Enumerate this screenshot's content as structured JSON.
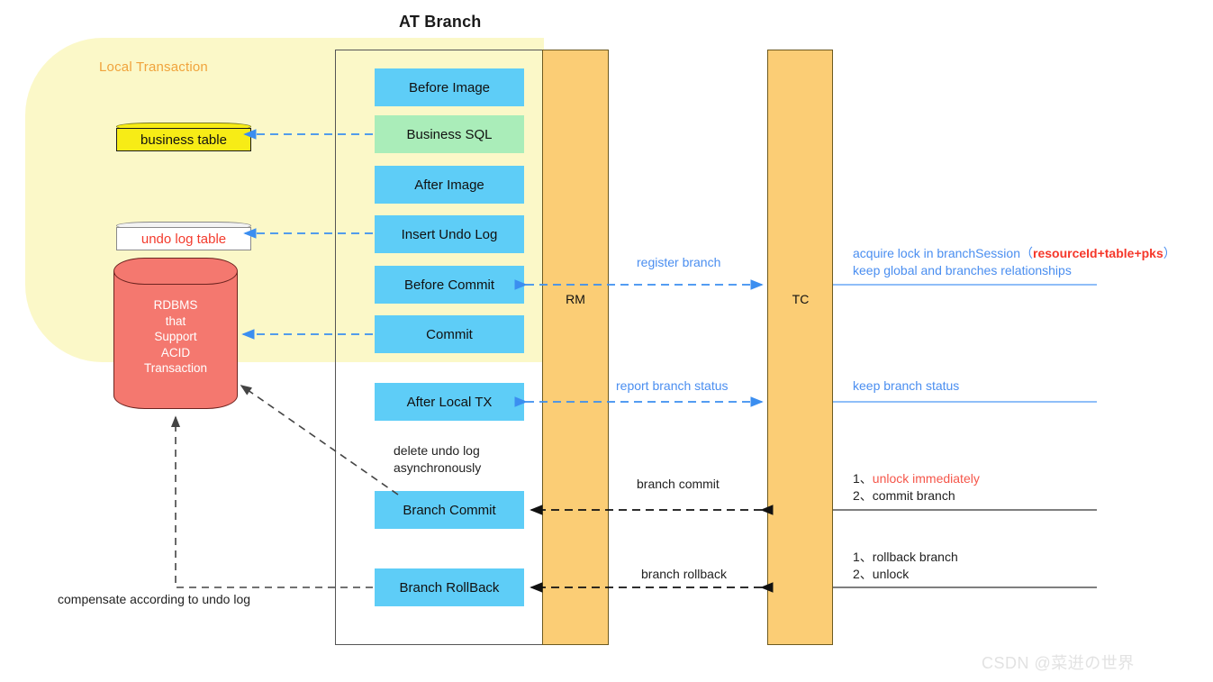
{
  "title": "AT Branch",
  "local_transaction": {
    "label": "Local Transaction",
    "business_table": "business table",
    "undo_log_table": "undo log table",
    "rdbms_lines": [
      "RDBMS",
      "that",
      "Support",
      "ACID",
      "Transaction"
    ]
  },
  "lanes": {
    "rm": "RM",
    "tc": "TC"
  },
  "steps": [
    {
      "label": "Before Image",
      "color": "#5ecdf7",
      "kind": "blue"
    },
    {
      "label": "Business SQL",
      "color": "#aaedb9",
      "kind": "green"
    },
    {
      "label": "After Image",
      "color": "#5ecdf7",
      "kind": "blue"
    },
    {
      "label": "Insert Undo Log",
      "color": "#5ecdf7",
      "kind": "blue"
    },
    {
      "label": "Before Commit",
      "color": "#5ecdf7",
      "kind": "blue"
    },
    {
      "label": "Commit",
      "color": "#5ecdf7",
      "kind": "blue"
    },
    {
      "label": "After Local TX",
      "color": "#5ecdf7",
      "kind": "blue"
    },
    {
      "label": "Branch Commit",
      "color": "#5ecdf7",
      "kind": "blue"
    },
    {
      "label": "Branch RollBack",
      "color": "#5ecdf7",
      "kind": "blue"
    }
  ],
  "middle_annotations": {
    "delete_undo_log_line1": "delete undo log",
    "delete_undo_log_line2": "asynchronously",
    "compensate": "compensate according to undo log"
  },
  "flow_labels": {
    "register_branch": "register branch",
    "report_branch_status": "report branch status",
    "branch_commit": "branch commit",
    "branch_rollback": "branch rollback"
  },
  "tc_annotations": {
    "register": {
      "line1_blue": "acquire lock in branchSession",
      "line1_paren_open": "（",
      "line1_red": "resourceId+table+pks",
      "line1_paren_close": "）",
      "line2": "keep global and branches relationships"
    },
    "status": {
      "line1": "keep branch status"
    },
    "commit": {
      "line1_num": "1、",
      "line1_text": "unlock immediately",
      "line2_num": "2、",
      "line2_text": "commit branch"
    },
    "rollback": {
      "line1_num": "1、",
      "line1_text": "rollback branch",
      "line2_num": "2、",
      "line2_text": "unlock"
    }
  },
  "colors": {
    "blue_box": "#5ecdf7",
    "green_box": "#aaedb9",
    "lane": "#fbcd75",
    "blob": "#fbf8c8",
    "db": "#f4786f",
    "accent_blue": "#4a8ef0",
    "accent_red": "#f5372a",
    "orange_label": "#f0a33c"
  },
  "watermark": "CSDN @菜逬の世界"
}
